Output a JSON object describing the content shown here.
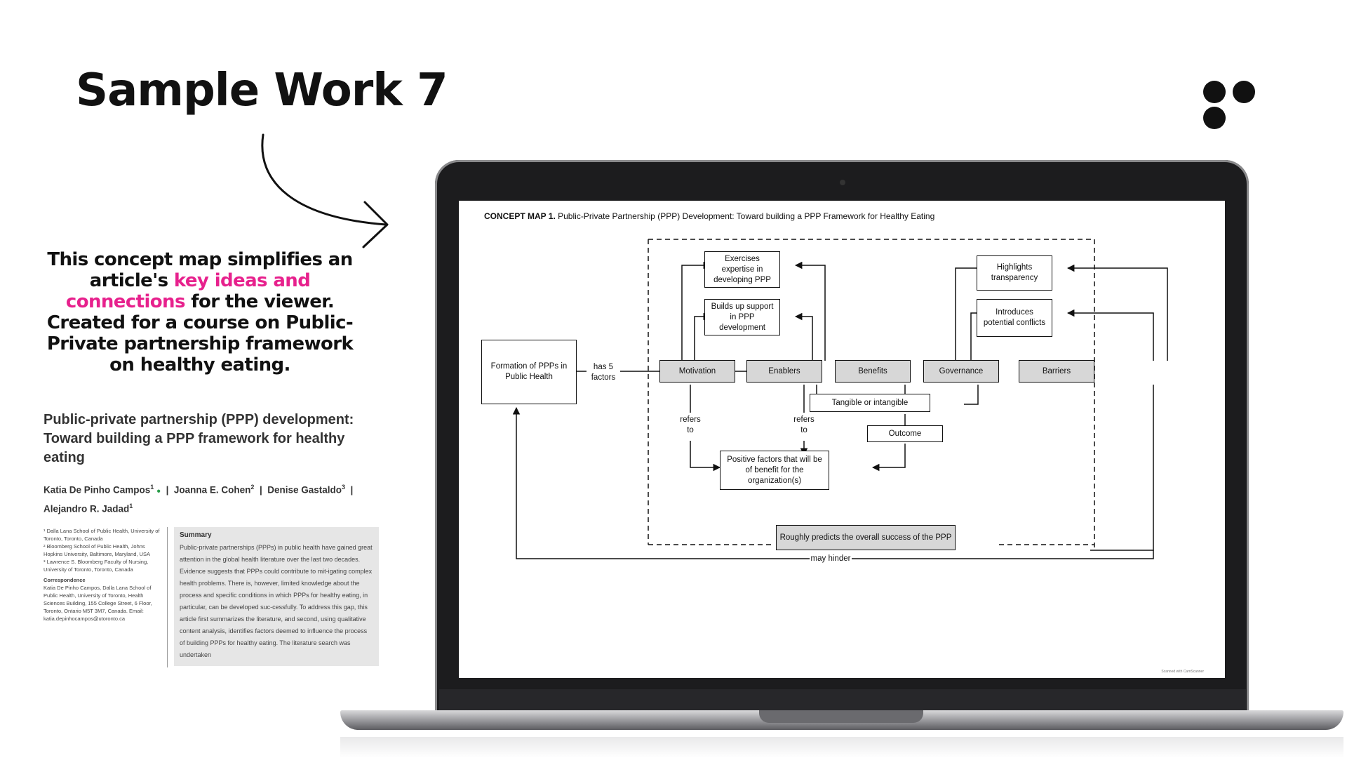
{
  "page": {
    "title": "Sample Work 7",
    "blurb": {
      "before": "This concept map simplifies an article's ",
      "highlight": "key ideas and connections",
      "after": " for the viewer. Created for a course on Public-Private partnership framework on healthy eating.",
      "highlight_color": "#e7218d"
    }
  },
  "paper": {
    "title": "Public-private partnership (PPP) development: Toward building a PPP framework for healthy eating",
    "authors": [
      {
        "name": "Katia De Pinho Campos",
        "sup": "1"
      },
      {
        "name": "Joanna E. Cohen",
        "sup": "2"
      },
      {
        "name": "Denise Gastaldo",
        "sup": "3"
      },
      {
        "name": "Alejandro R. Jadad",
        "sup": "1"
      }
    ],
    "affiliations": [
      "¹ Dalla Lana School of Public Health, University of Toronto, Toronto, Canada",
      "² Bloomberg School of Public Health, Johns Hopkins University, Baltimore, Maryland, USA",
      "³ Lawrence S. Bloomberg Faculty of Nursing, University of Toronto, Toronto, Canada"
    ],
    "correspondence_title": "Correspondence",
    "correspondence": "Katia De Pinho Campos, Dalla Lana School of Public Health, University of Toronto, Health Sciences Building, 155 College Street, 6 Floor, Toronto, Ontario M5T 3M7, Canada. Email: katia.depinhocampos@utoronto.ca",
    "summary_title": "Summary",
    "summary": "Public-private partnerships (PPPs) in public health have gained great attention in the global health literature over the last two decades. Evidence suggests that PPPs could contribute to mit-igating complex health problems. There is, however, limited knowledge about the process and specific conditions in which PPPs for healthy eating, in particular, can be developed suc-cessfully. To address this gap, this article first summarizes the literature, and second, using qualitative content analysis, identifies factors deemed to influence the process of building PPPs for healthy eating. The literature search was undertaken"
  },
  "concept_map": {
    "title_bold": "CONCEPT MAP 1.",
    "title_rest": " Public-Private Partnership (PPP) Development: Toward building a PPP Framework for Healthy Eating",
    "nodes": {
      "formation": "Formation of PPPs in Public Health",
      "motivation": "Motivation",
      "enablers": "Enablers",
      "benefits": "Benefits",
      "governance": "Governance",
      "barriers": "Barriers",
      "exercises": "Exercises expertise in developing PPP",
      "builds": "Builds up support in PPP development",
      "highlights": "Highlights transparency",
      "introduces": "Introduces potential conflicts",
      "tangible": "Tangible or intangible",
      "outcome": "Outcome",
      "positive": "Positive factors that will be of benefit for the organization(s)",
      "predicts": "Roughly predicts the overall success of the PPP"
    },
    "labels": {
      "has5": "has 5 factors",
      "refers1": "refers to",
      "refers2": "refers to",
      "hinder": "may hinder"
    },
    "footer": "Scanned with CamScanner"
  }
}
